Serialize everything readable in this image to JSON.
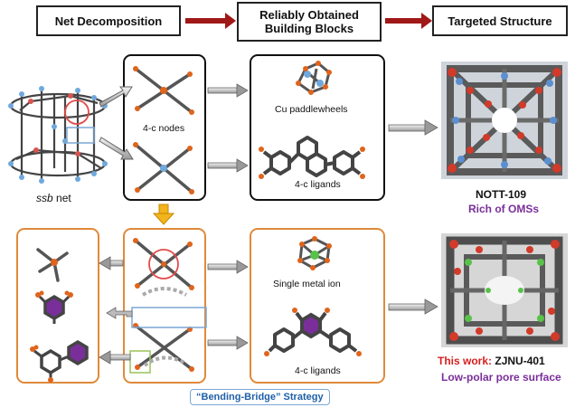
{
  "header": {
    "step1": "Net Decomposition",
    "step2_line1": "Reliably Obtained",
    "step2_line2": "Building Blocks",
    "step3": "Targeted Structure"
  },
  "top": {
    "net_label_italic": "ssb",
    "net_label_rest": " net",
    "nodes_label": "4-c nodes",
    "paddlewheel_label": "Cu paddlewheels",
    "ligands_label": "4-c ligands",
    "product_name": "NOTT-109",
    "product_note": "Rich of OMSs"
  },
  "bottom": {
    "metal_label": "Single metal ion",
    "ligands_label": "4-c ligands",
    "thiswork_label": "This work:",
    "product_name": "ZJNU-401",
    "product_note": "Low-polar pore surface",
    "strategy_label": "“Bending-Bridge” Strategy"
  },
  "colors": {
    "arrow_red": "#a01818",
    "node_orange": "#e0641c",
    "node_blue": "#6fa8dc",
    "bond_gray": "#555555",
    "ring_purple": "#7a2e9a",
    "box_orange": "#e08a3a",
    "accent_purple": "#7a2e9a",
    "accent_red": "#d61f1f"
  }
}
